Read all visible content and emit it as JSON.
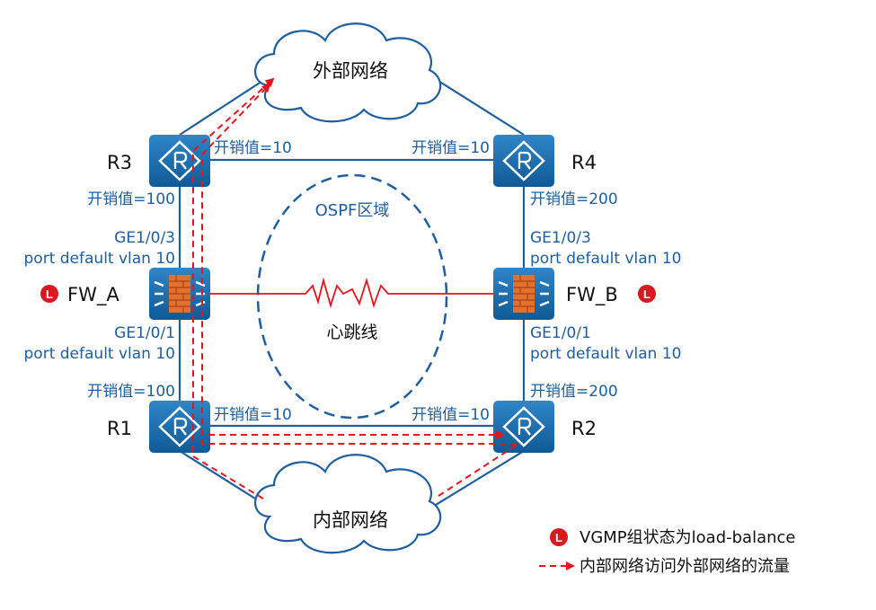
{
  "clouds": {
    "external": "外部网络",
    "internal": "内部网络"
  },
  "routers": {
    "r1": "R1",
    "r2": "R2",
    "r3": "R3",
    "r4": "R4"
  },
  "firewalls": {
    "fw_a": "FW_A",
    "fw_b": "FW_B"
  },
  "badge_letter": "L",
  "costs": {
    "r3_right": "开销值=10",
    "r4_left": "开销值=10",
    "r3_down": "开销值=100",
    "r4_down": "开销值=200",
    "r1_up": "开销值=100",
    "r2_up": "开销值=200",
    "r1_right": "开销值=10",
    "r2_left": "开销值=10"
  },
  "interfaces": {
    "fw_a_top_port": "GE1/0/3",
    "fw_a_top_vlan": "port default vlan 10",
    "fw_a_bottom_port": "GE1/0/1",
    "fw_a_bottom_vlan": "port default vlan 10",
    "fw_b_top_port": "GE1/0/3",
    "fw_b_top_vlan": "port default vlan 10",
    "fw_b_bottom_port": "GE1/0/1",
    "fw_b_bottom_vlan": "port default vlan 10"
  },
  "ospf_area": "OSPF区域",
  "heartbeat": "心跳线",
  "legend": {
    "vgmp": "VGMP组状态为load-balance",
    "flow": "内部网络访问外部网络的流量"
  },
  "colors": {
    "device_blue": "#1a6aa8",
    "link_blue": "#1f5fa0",
    "flow_red": "#e8141b",
    "heartbeat_red": "#e8141b",
    "badge_red": "#d71920"
  }
}
